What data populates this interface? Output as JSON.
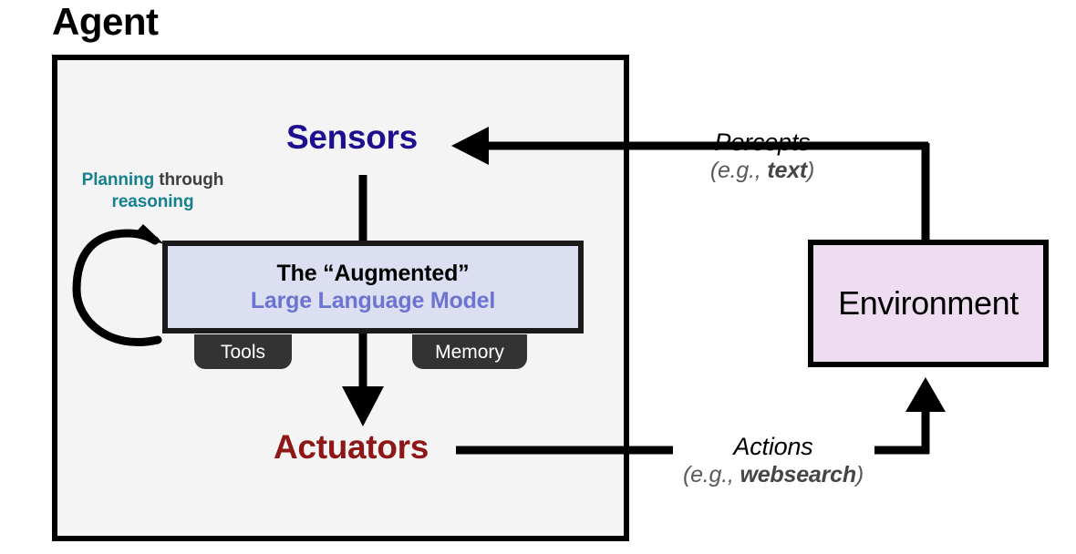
{
  "diagram": {
    "title": "Agent",
    "agent_box": {
      "label": "Agent"
    },
    "sensors": {
      "label": "Sensors",
      "color": "#1d0f8f"
    },
    "actuators": {
      "label": "Actuators",
      "color": "#8e1616"
    },
    "llm": {
      "line1": "The “Augmented”",
      "line2": "Large Language Model",
      "line2_color": "#6b74d0",
      "fill": "#dcdef2",
      "tabs": [
        {
          "label": "Tools"
        },
        {
          "label": "Memory"
        }
      ]
    },
    "planning": {
      "word1": "Planning",
      "word2": "through",
      "word3": "reasoning",
      "accent_color": "#15808f"
    },
    "percepts": {
      "main": "Percepts",
      "sub_prefix": "(e.g., ",
      "sub_bold": "text",
      "sub_suffix": ")"
    },
    "actions": {
      "main": "Actions",
      "sub_prefix": "(e.g., ",
      "sub_bold": "websearch",
      "sub_suffix": ")"
    },
    "environment": {
      "label": "Environment",
      "fill": "#eedcf0"
    }
  }
}
